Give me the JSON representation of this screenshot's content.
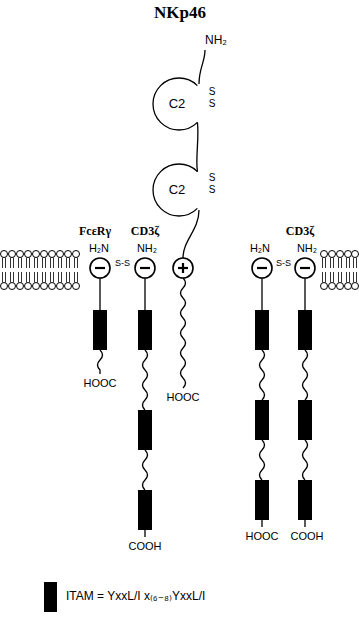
{
  "diagram": {
    "title": "NKp46",
    "nodes": [
      {
        "text": [
          "C2"
        ]
      },
      {
        "text": [
          "C2"
        ]
      }
    ],
    "edges": [
      {
        "from": 0,
        "to": 1,
        "arrow": "none"
      }
    ],
    "labels": [
      "NH₂",
      "S",
      "S",
      "S",
      "S",
      "FcεRγ",
      "CD3ζ",
      "H₂N",
      "S-S",
      "NH₂",
      "CD3ζ",
      "H₂N",
      "S-S",
      "NH₂",
      "HOOC",
      "COOH",
      "HOOC",
      "HOOC",
      "COOH"
    ],
    "legend": [
      {
        "text": "ITAM = YxxL/I x₍₆₋₈₎YxxL/I",
        "color": "#000000"
      }
    ]
  }
}
